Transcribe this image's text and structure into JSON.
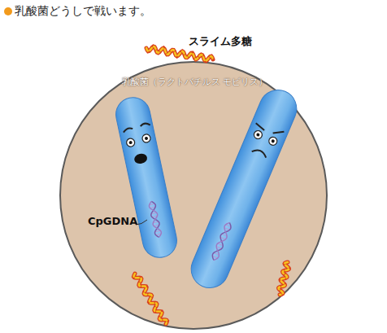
{
  "diagram": {
    "title": "乳酸菌どうしで戦います。",
    "labels": [
      "スライム多糖",
      "乳酸菌（ラクトバチルス モビリス）",
      "CpGDNA"
    ]
  }
}
